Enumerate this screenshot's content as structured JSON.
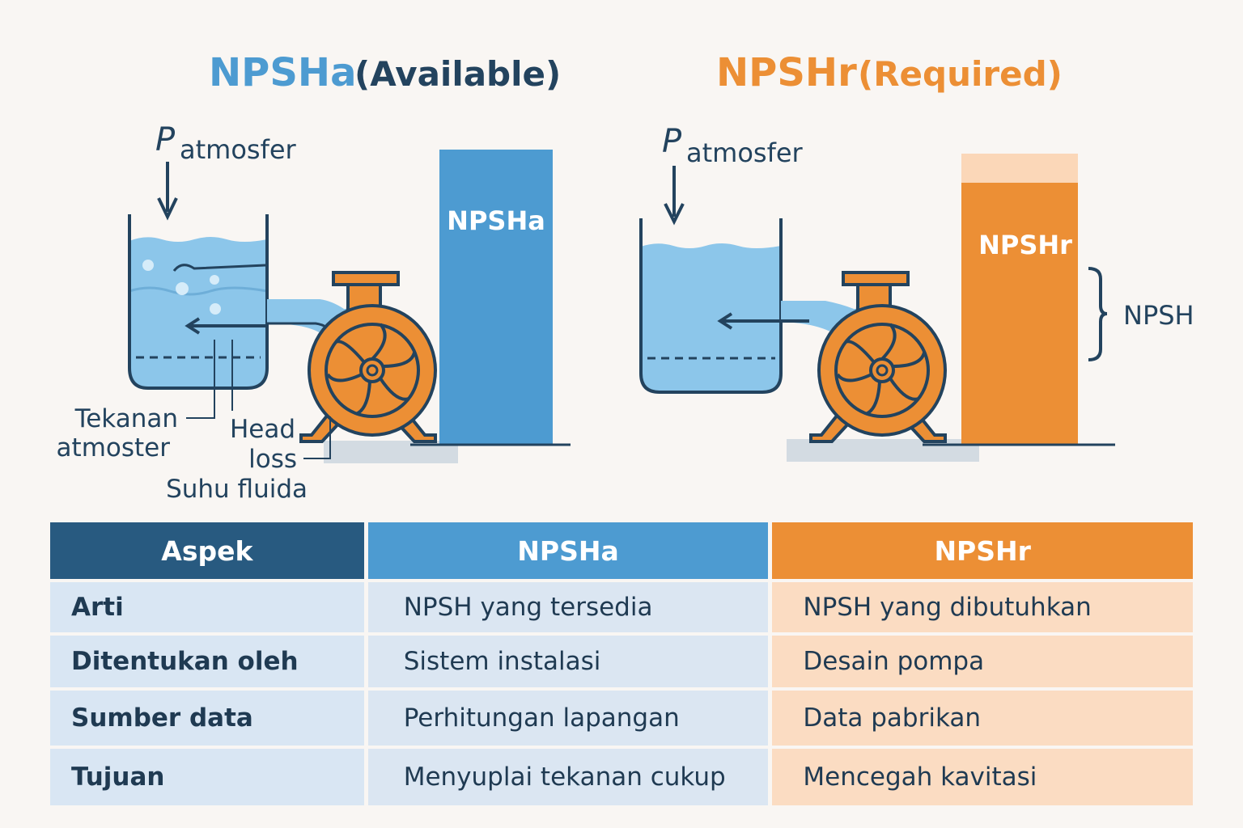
{
  "titles": {
    "left_main": "NPSHa",
    "left_sub": "(Available)",
    "right_main": "NPSHr",
    "right_sub": "(Required)"
  },
  "left_diagram": {
    "pressure_symbol": "P",
    "pressure_subscript": "atmosfer",
    "bar_label": "NPSHa",
    "labels": {
      "tekanan_line1": "Tekanan",
      "tekanan_line2": "atmoster",
      "head_line1": "Head",
      "head_line2": "loss",
      "suhu": "Suhu fluida"
    }
  },
  "right_diagram": {
    "pressure_symbol": "P",
    "pressure_subscript": "atmosfer",
    "bar_label": "NPSHr",
    "brace_label": "NPSH"
  },
  "colors": {
    "blue": "#4d9bd1",
    "orange": "#ec8f35",
    "navy": "#23435e",
    "water": "#8cc6ea"
  },
  "table": {
    "headers": [
      "Aspek",
      "NPSHa",
      "NPSHr"
    ],
    "rows": [
      [
        "Arti",
        "NPSH yang tersedia",
        "NPSH yang dibutuhkan"
      ],
      [
        "Ditentukan oleh",
        "Sistem instalasi",
        "Desain pompa"
      ],
      [
        "Sumber data",
        "Perhitungan lapangan",
        "Data pabrikan"
      ],
      [
        "Tujuan",
        "Menyuplai tekanan cukup",
        "Mencegah kavitasi"
      ]
    ]
  }
}
